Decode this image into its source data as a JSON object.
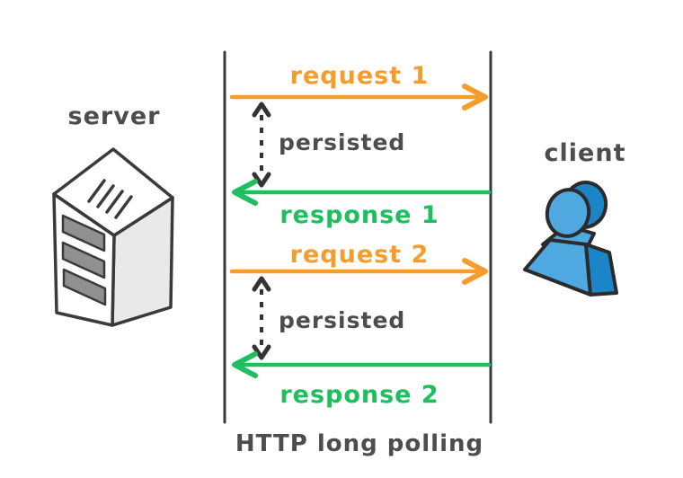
{
  "diagram": {
    "caption": "HTTP long polling",
    "server": {
      "label": "server",
      "icon": "server-tower-icon"
    },
    "client": {
      "label": "client",
      "icon": "person-icon"
    },
    "lifelines": {
      "left": "server timeline",
      "right": "client timeline"
    },
    "messages": [
      {
        "id": "request-1",
        "label": "request 1",
        "kind": "request",
        "direction": "right"
      },
      {
        "id": "persisted-1",
        "label": "persisted",
        "kind": "wait",
        "direction": "both-vertical"
      },
      {
        "id": "response-1",
        "label": "response 1",
        "kind": "response",
        "direction": "left"
      },
      {
        "id": "request-2",
        "label": "request 2",
        "kind": "request",
        "direction": "right"
      },
      {
        "id": "persisted-2",
        "label": "persisted",
        "kind": "wait",
        "direction": "both-vertical"
      },
      {
        "id": "response-2",
        "label": "response 2",
        "kind": "response",
        "direction": "left"
      }
    ],
    "colors": {
      "request_orange": "#f49d2c",
      "response_green": "#1fbf5f",
      "ink": "#3a3a3a",
      "muted_text": "#4d4d4d",
      "client_front_blue": "#4fa8e0",
      "client_side_blue": "#1c85c7",
      "server_side_gray": "#e9e9e9",
      "server_slot_gray": "#909090"
    }
  }
}
